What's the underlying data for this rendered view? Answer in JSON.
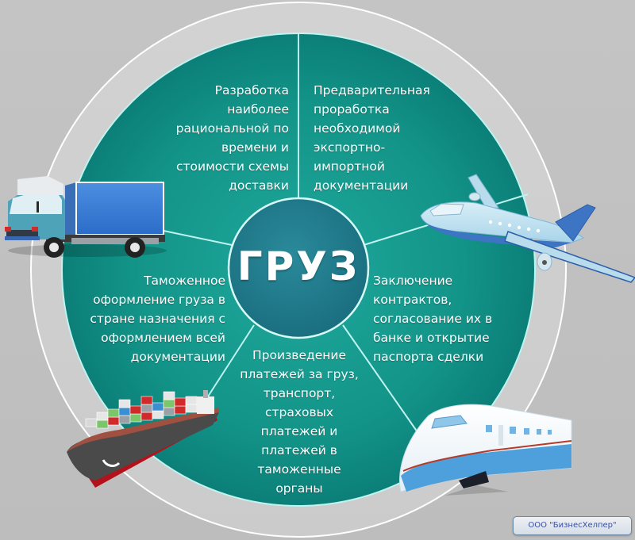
{
  "center": {
    "label": "ГРУЗ"
  },
  "segments": [
    {
      "id": "delivery-scheme",
      "position": "top-left",
      "icon": "truck-icon",
      "text": "Разработка\nнаиболее\nрациональной по\nвремени и\nстоимости схемы\nдоставки"
    },
    {
      "id": "documentation-prep",
      "position": "top-right",
      "icon": "airplane-icon",
      "text": "Предварительная\nпроработка\nнеобходимой\nэкспортно-\nимпортной\nдокументации"
    },
    {
      "id": "contracts",
      "position": "right",
      "icon": "train-icon",
      "text": "Заключение\nконтрактов,\nсогласование их в\nбанке и открытие\nпаспорта сделки"
    },
    {
      "id": "payments",
      "position": "bottom",
      "icon": "cargo-ship-icon",
      "text": "Произведение\nплатежей за груз,\nтранспорт,\nстраховых\nплатежей и\nплатежей в\nтаможенные\nорганы"
    },
    {
      "id": "customs-clearance",
      "position": "left",
      "icon": "truck-icon",
      "text": "Таможенное\nоформление груза в\nстране назначения с\nоформлением всей\nдокументации"
    }
  ],
  "brand": {
    "label": "ООО \"БизнесХелпер\""
  },
  "colors": {
    "background": "#c0c0c0",
    "ring": "#d4d4d4",
    "disc_teal": "#14968c",
    "center_circle": "#1e7a8c",
    "divider": "#bff3f0",
    "text": "#ffffff",
    "brand_text": "#3a4fa0"
  }
}
